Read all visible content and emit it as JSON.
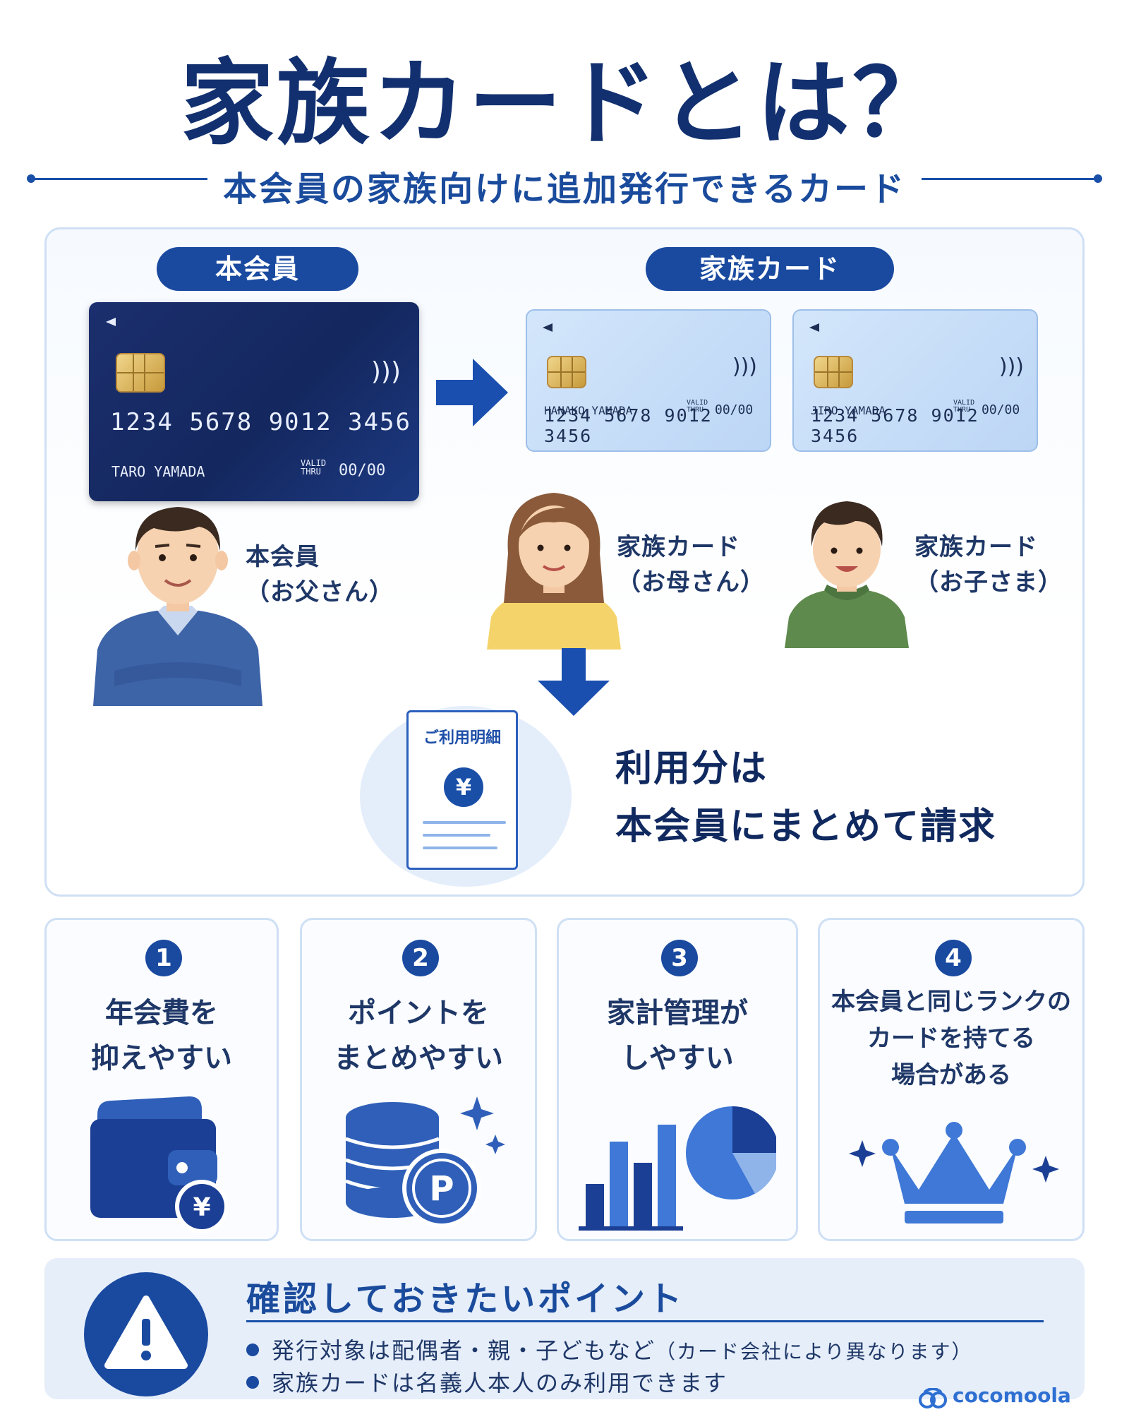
{
  "title": "家族カードとは？",
  "subtitle": "本会員の家族向けに追加発行できるカード",
  "labels": {
    "main_member": "本会員",
    "family_card": "家族カード"
  },
  "cards": {
    "main": {
      "number": "1234 5678 9012 3456",
      "name": "TARO YAMADA",
      "valid": "VALID",
      "thru": "THRU",
      "expiry": "00/00"
    },
    "mother": {
      "number": "1234 5678 9012 3456",
      "name": "HANAKO YAMADA",
      "valid": "VALID",
      "thru": "THRU",
      "expiry": "00/00"
    },
    "child": {
      "number": "1234 5678 9012 3456",
      "name": "JIRO YAMADA",
      "valid": "VALID",
      "thru": "THRU",
      "expiry": "00/00"
    }
  },
  "people": {
    "father": {
      "line1": "本会員",
      "line2": "（お父さん）"
    },
    "mother": {
      "line1": "家族カード",
      "line2": "（お母さん）"
    },
    "child": {
      "line1": "家族カード",
      "line2": "（お子さま）"
    }
  },
  "statement": {
    "doc_title": "ご利用明細",
    "yen": "¥",
    "line1": "利用分は",
    "line2": "本会員にまとめて請求"
  },
  "features": [
    {
      "num": "1",
      "lines": [
        "年会費を",
        "抑えやすい"
      ],
      "icon": "wallet-yen-icon"
    },
    {
      "num": "2",
      "lines": [
        "ポイントを",
        "まとめやすい"
      ],
      "icon": "coins-point-icon"
    },
    {
      "num": "3",
      "lines": [
        "家計管理が",
        "しやすい"
      ],
      "icon": "chart-icon"
    },
    {
      "num": "4",
      "lines": [
        "本会員と同じランクの",
        "カードを持てる",
        "場合がある"
      ],
      "icon": "crown-icon"
    }
  ],
  "notice": {
    "title": "確認しておきたいポイント",
    "bullet1_main": "発行対象は配偶者・親・子どもなど",
    "bullet1_note": "（カード会社により異なります）",
    "bullet2": "家族カードは名義人本人のみ利用できます"
  },
  "brand": "cocomoola",
  "colors": {
    "primary": "#1a4aa0",
    "navy": "#12306f",
    "light_card": "#c9def7",
    "panel_border": "#cfe0f5"
  }
}
